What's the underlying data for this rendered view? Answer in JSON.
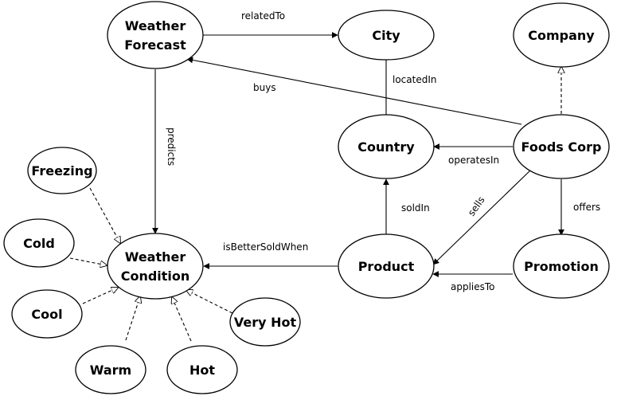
{
  "nodes": {
    "weather_forecast": {
      "lines": [
        "Weather",
        "Forecast"
      ]
    },
    "city": {
      "lines": [
        "City"
      ]
    },
    "company": {
      "lines": [
        "Company"
      ]
    },
    "country": {
      "lines": [
        "Country"
      ]
    },
    "foods_corp": {
      "lines": [
        "Foods Corp"
      ]
    },
    "freezing": {
      "lines": [
        "Freezing"
      ]
    },
    "cold": {
      "lines": [
        "Cold"
      ]
    },
    "weather_condition": {
      "lines": [
        "Weather",
        "Condition"
      ]
    },
    "product": {
      "lines": [
        "Product"
      ]
    },
    "promotion": {
      "lines": [
        "Promotion"
      ]
    },
    "cool": {
      "lines": [
        "Cool"
      ]
    },
    "very_hot": {
      "lines": [
        "Very Hot"
      ]
    },
    "warm": {
      "lines": [
        "Warm"
      ]
    },
    "hot": {
      "lines": [
        "Hot"
      ]
    }
  },
  "edges": {
    "related_to": {
      "label": "relatedTo"
    },
    "located_in": {
      "label": "locatedIn"
    },
    "buys": {
      "label": "buys"
    },
    "predicts": {
      "label": "predicts"
    },
    "operates_in": {
      "label": "operatesIn"
    },
    "sold_in": {
      "label": "soldIn"
    },
    "sells": {
      "label": "sells"
    },
    "offers": {
      "label": "offers"
    },
    "is_better_sold_when": {
      "label": "isBetterSoldWhen"
    },
    "applies_to": {
      "label": "appliesTo"
    }
  }
}
